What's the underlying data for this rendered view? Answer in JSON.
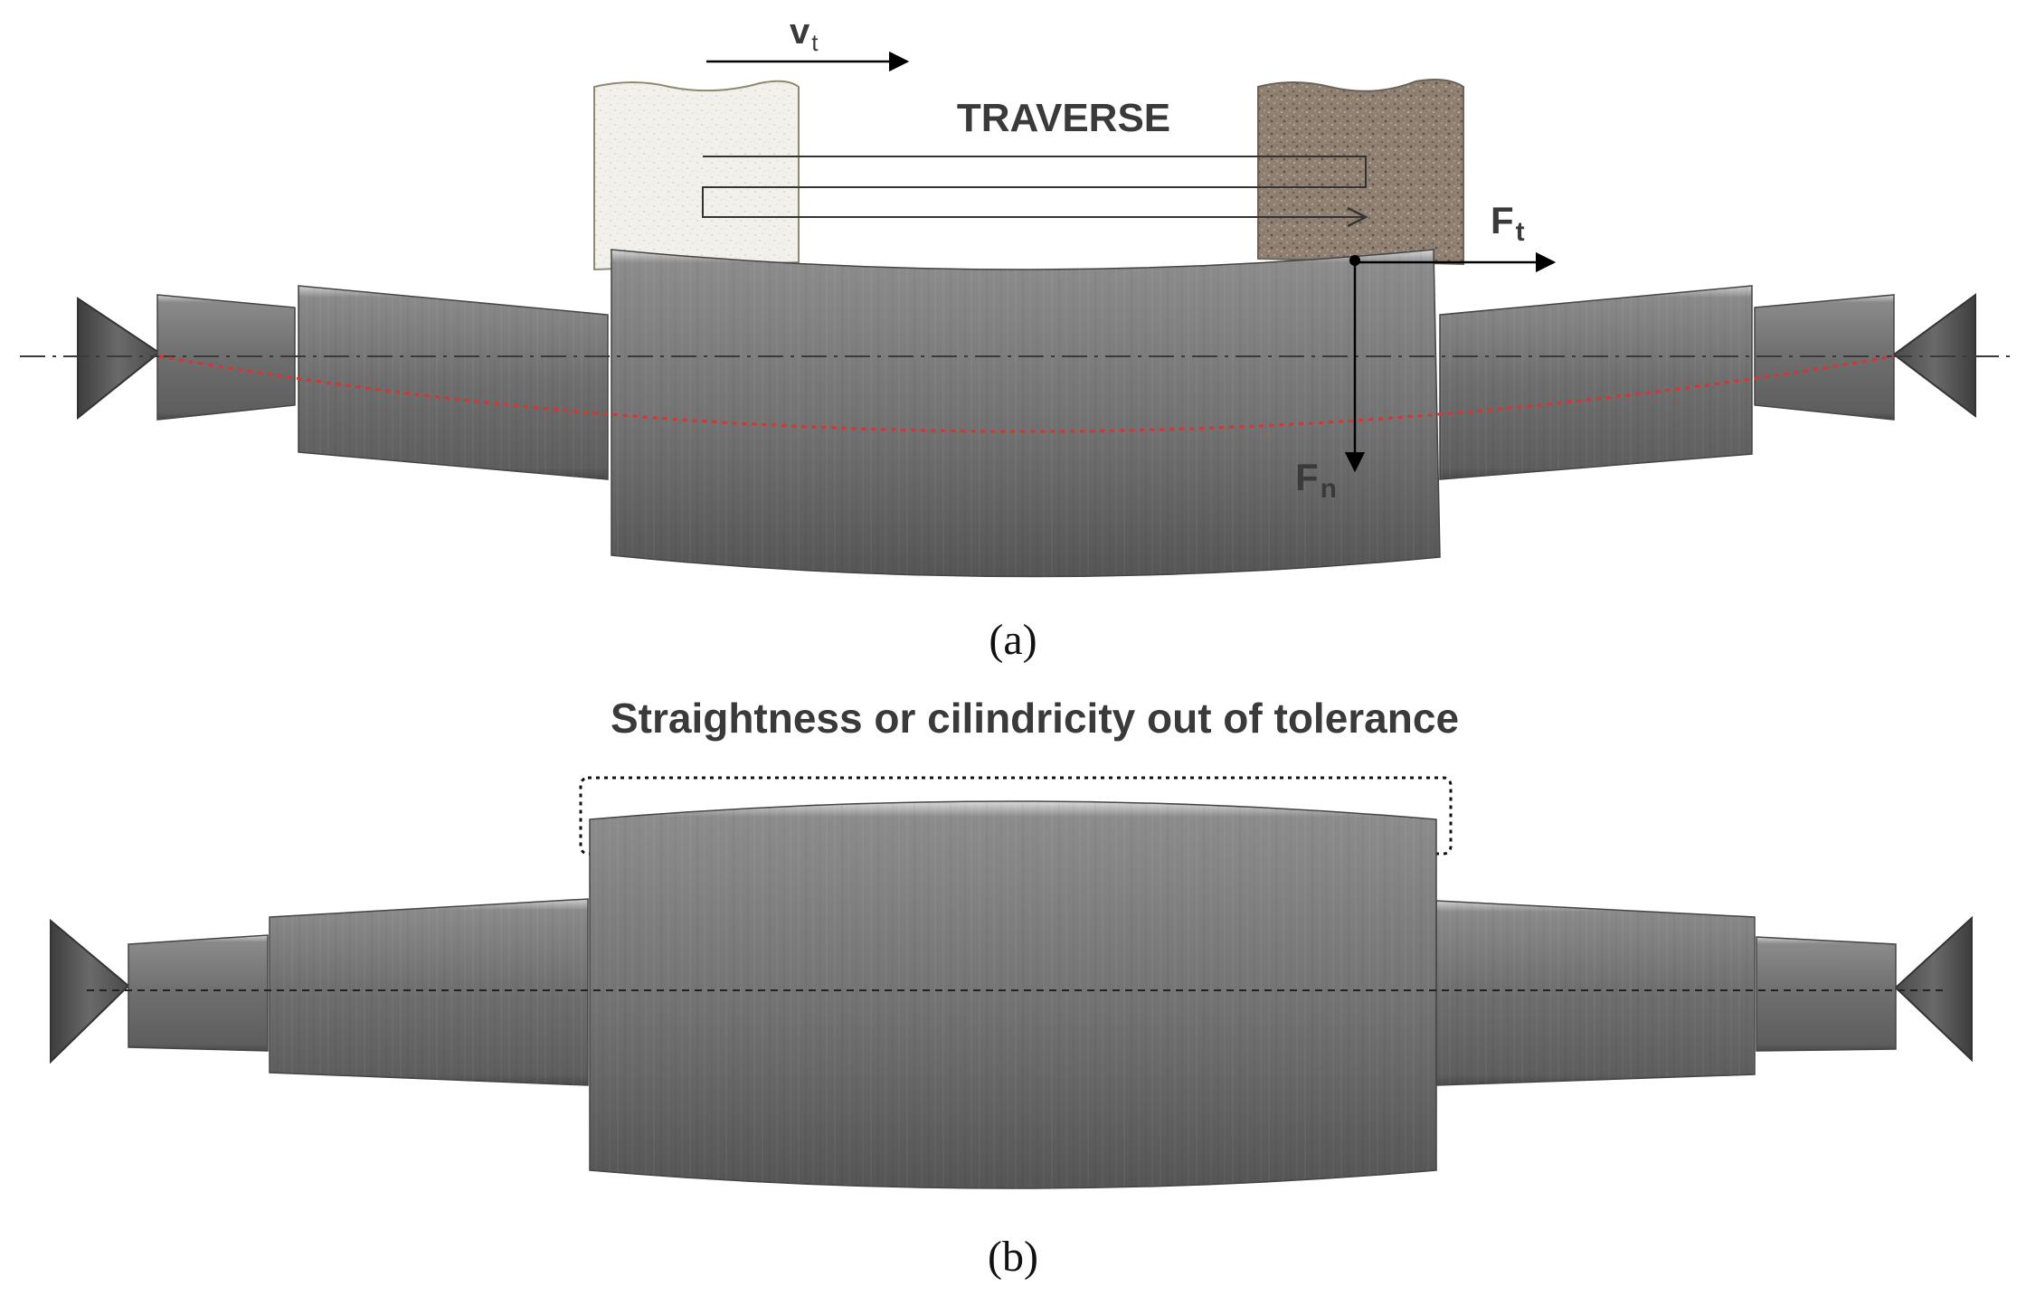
{
  "panel_a": {
    "velocity_label": "v",
    "velocity_subscript": "t",
    "traverse_label": "TRAVERSE",
    "tangential_force_label": "F",
    "tangential_force_subscript": "t",
    "normal_force_label": "F",
    "normal_force_subscript": "n",
    "caption": "(a)"
  },
  "panel_b": {
    "tolerance_label": "Straightness or cilindricity out of tolerance",
    "caption": "(b)"
  },
  "colors": {
    "shaft_dark": "#5c5c5c",
    "shaft_light": "#9a9a9a",
    "deflection_line": "#e0312c",
    "grinding_wheel": "#8f7f70",
    "regulating_wheel": "#f1efe9"
  }
}
